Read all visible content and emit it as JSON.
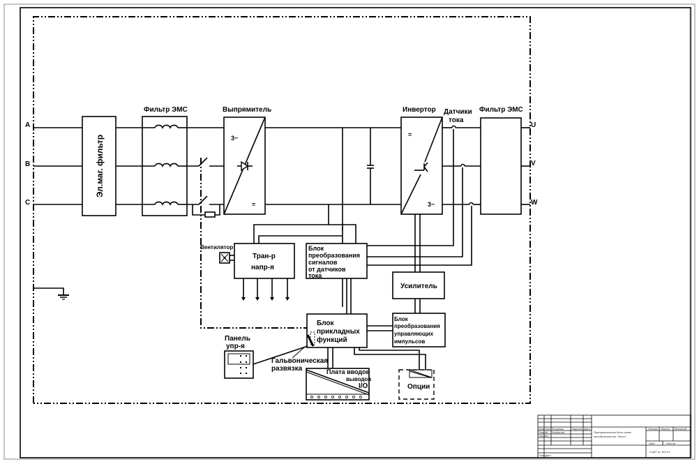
{
  "diagram": {
    "title_block": {
      "title_line1": "Принципиальная блок-схема",
      "title_line2": "преобразователя \"Vacon\"",
      "group": "СЦБТ гр. МЭ-41",
      "col_litera": "Литера",
      "col_massa": "Масса",
      "col_masshtab": "Масштаб",
      "col_list": "Лист",
      "col_listov": "Листов",
      "row_headers": [
        "Изм.",
        "Лист",
        "№ докум.",
        "Подпись",
        "Дата"
      ],
      "row_razrab": "Разраб.",
      "row_razrab_name": "Балахнин",
      "row_prov": "Провер.",
      "row_utv": "Утвердил"
    },
    "phases_in": [
      "A",
      "B",
      "C"
    ],
    "phases_out": [
      "U",
      "V",
      "W"
    ],
    "blocks": {
      "em_filter": "Эл.маг. фильтр",
      "emc_filter_in": "Фильтр ЭМС",
      "rectifier": "Выпрямитель",
      "rectifier_in": "3~",
      "rectifier_out": "=",
      "inverter": "Инвертор",
      "inverter_in": "=",
      "inverter_out": "3~",
      "current_sensors_1": "Датчики",
      "current_sensors_2": "тока",
      "emc_filter_out": "Фильтр ЭМС",
      "fan": "Вентилятор",
      "transformer_1": "Тран-р",
      "transformer_2": "напр-я",
      "signal_conv": [
        "Блок",
        "преобразования",
        "сигналов",
        "от датчиков",
        "тока"
      ],
      "amplifier": "Усилитель",
      "pulse_conv": [
        "Блок",
        "преобразования",
        "управляющих",
        "импульсов"
      ],
      "app_functions": [
        "Блок",
        "прикладных",
        "функций"
      ],
      "panel_1": "Панель",
      "panel_2": "упр-я",
      "galvanic_1": "Гальвоническая",
      "galvanic_2": "развязка",
      "io_board_1": "Плата вводов",
      "io_board_2": "выводов",
      "io_board_3": "I/O",
      "options": "Опции"
    }
  }
}
